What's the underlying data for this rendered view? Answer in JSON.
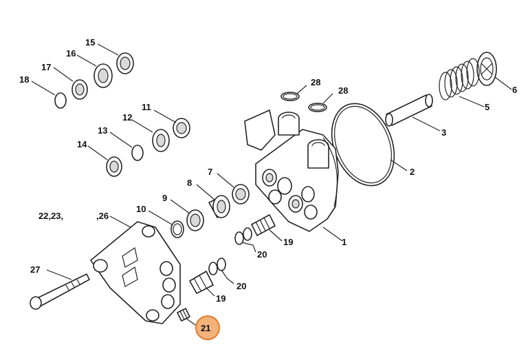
{
  "diagram": {
    "callout_labels": {
      "c1": "1",
      "c2": "2",
      "c3": "3",
      "c5": "5",
      "c6": "6",
      "c7": "7",
      "c8": "8",
      "c9": "9",
      "c10": "10",
      "c11": "11",
      "c12": "12",
      "c13": "13",
      "c14": "14",
      "c15": "15",
      "c16": "16",
      "c17": "17",
      "c18": "18",
      "c19a": "19",
      "c19b": "19",
      "c20a": "20",
      "c20b": "20",
      "c21": "21",
      "c22": "22,23,",
      "c26": ",26",
      "c27": "27",
      "c28a": "28",
      "c28b": "28"
    },
    "highlight": {
      "label": "21",
      "color": "#f2b27a",
      "border": "#e07a2e"
    }
  }
}
